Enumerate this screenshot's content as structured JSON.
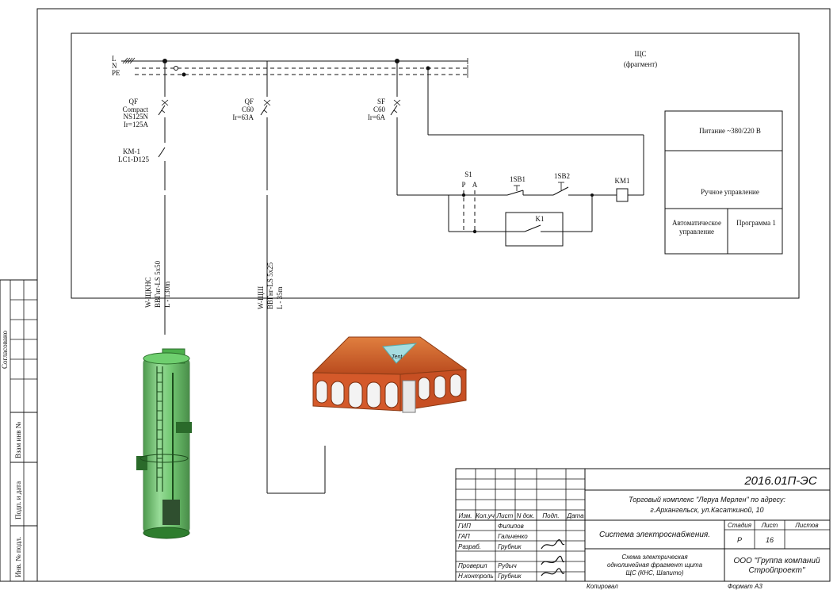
{
  "schematic": {
    "panel_title": "ЩС",
    "panel_subtitle": "(фрагмент)",
    "bus_labels": [
      "L",
      "N",
      "PE"
    ],
    "breaker1": {
      "label": "QF",
      "model": "Compact",
      "sub": "NS125N",
      "rating": "Ir=125A"
    },
    "breaker2": {
      "label": "QF",
      "model": "C60",
      "rating": "Ir=63A"
    },
    "breaker3": {
      "label": "SF",
      "model": "C60",
      "rating": "Ir=6A"
    },
    "contactor": {
      "label": "KM-1",
      "model": "LC1-D125"
    },
    "switch_s1": {
      "label": "S1",
      "pos_p": "P",
      "pos_a": "A"
    },
    "button1": "1SB1",
    "button2": "1SB2",
    "coil": "KM1",
    "relay": "K1",
    "table": {
      "power": "Питание ~380/220 В",
      "manual": "Ручное управление",
      "auto_line1": "Автоматическое",
      "auto_line2": "управление",
      "program": "Программа 1"
    },
    "cable1": {
      "name": "W-ЩКНС",
      "type": "ВВГнг-LS 5х50",
      "length": "L - 130m"
    },
    "cable2": {
      "name": "W-ЩШ",
      "type": "ВВГнг-LS 5х25",
      "length": "L - 35m"
    }
  },
  "side_stamp": {
    "agreed": "Согласовано",
    "replaced": "Взам инв №",
    "sign_date": "Подп. и дата",
    "inv_no": "Инв. № подл."
  },
  "title_block": {
    "doc_code": "2016.01П-ЭС",
    "project_line1": "Торговый комплекс \"Леруа Мерлен\" по адресу:",
    "project_line2": "г.Архангельск, ул.Касаткиной, 10",
    "headers": [
      "Изм.",
      "Кол.уч",
      "Лист",
      "N док.",
      "Подп.",
      "Дата"
    ],
    "roles": [
      {
        "role": "ГИП",
        "name": "Филипов"
      },
      {
        "role": "ГАП",
        "name": "Гальченко"
      },
      {
        "role": "Разраб.",
        "name": "Грубник"
      },
      {
        "role": "Проверил",
        "name": "Рудыч"
      },
      {
        "role": "Н.контроль",
        "name": "Грубник"
      }
    ],
    "system": "Система электроснабжения.",
    "stage_header": "Стадия",
    "sheet_header": "Лист",
    "sheets_header": "Листов",
    "stage": "Р",
    "sheet": "16",
    "sheets": "",
    "drawing_line1": "Схема электрическая",
    "drawing_line2": "однолинейная фрагмент щита",
    "drawing_line3": "ЩС (КНС, Шапито)",
    "company_line1": "ООО \"Группа компаний",
    "company_line2": "Стройпроект\"",
    "copied": "Копировал",
    "format": "Формат А3"
  },
  "illustrations": {
    "tent_sign": "Tent"
  }
}
